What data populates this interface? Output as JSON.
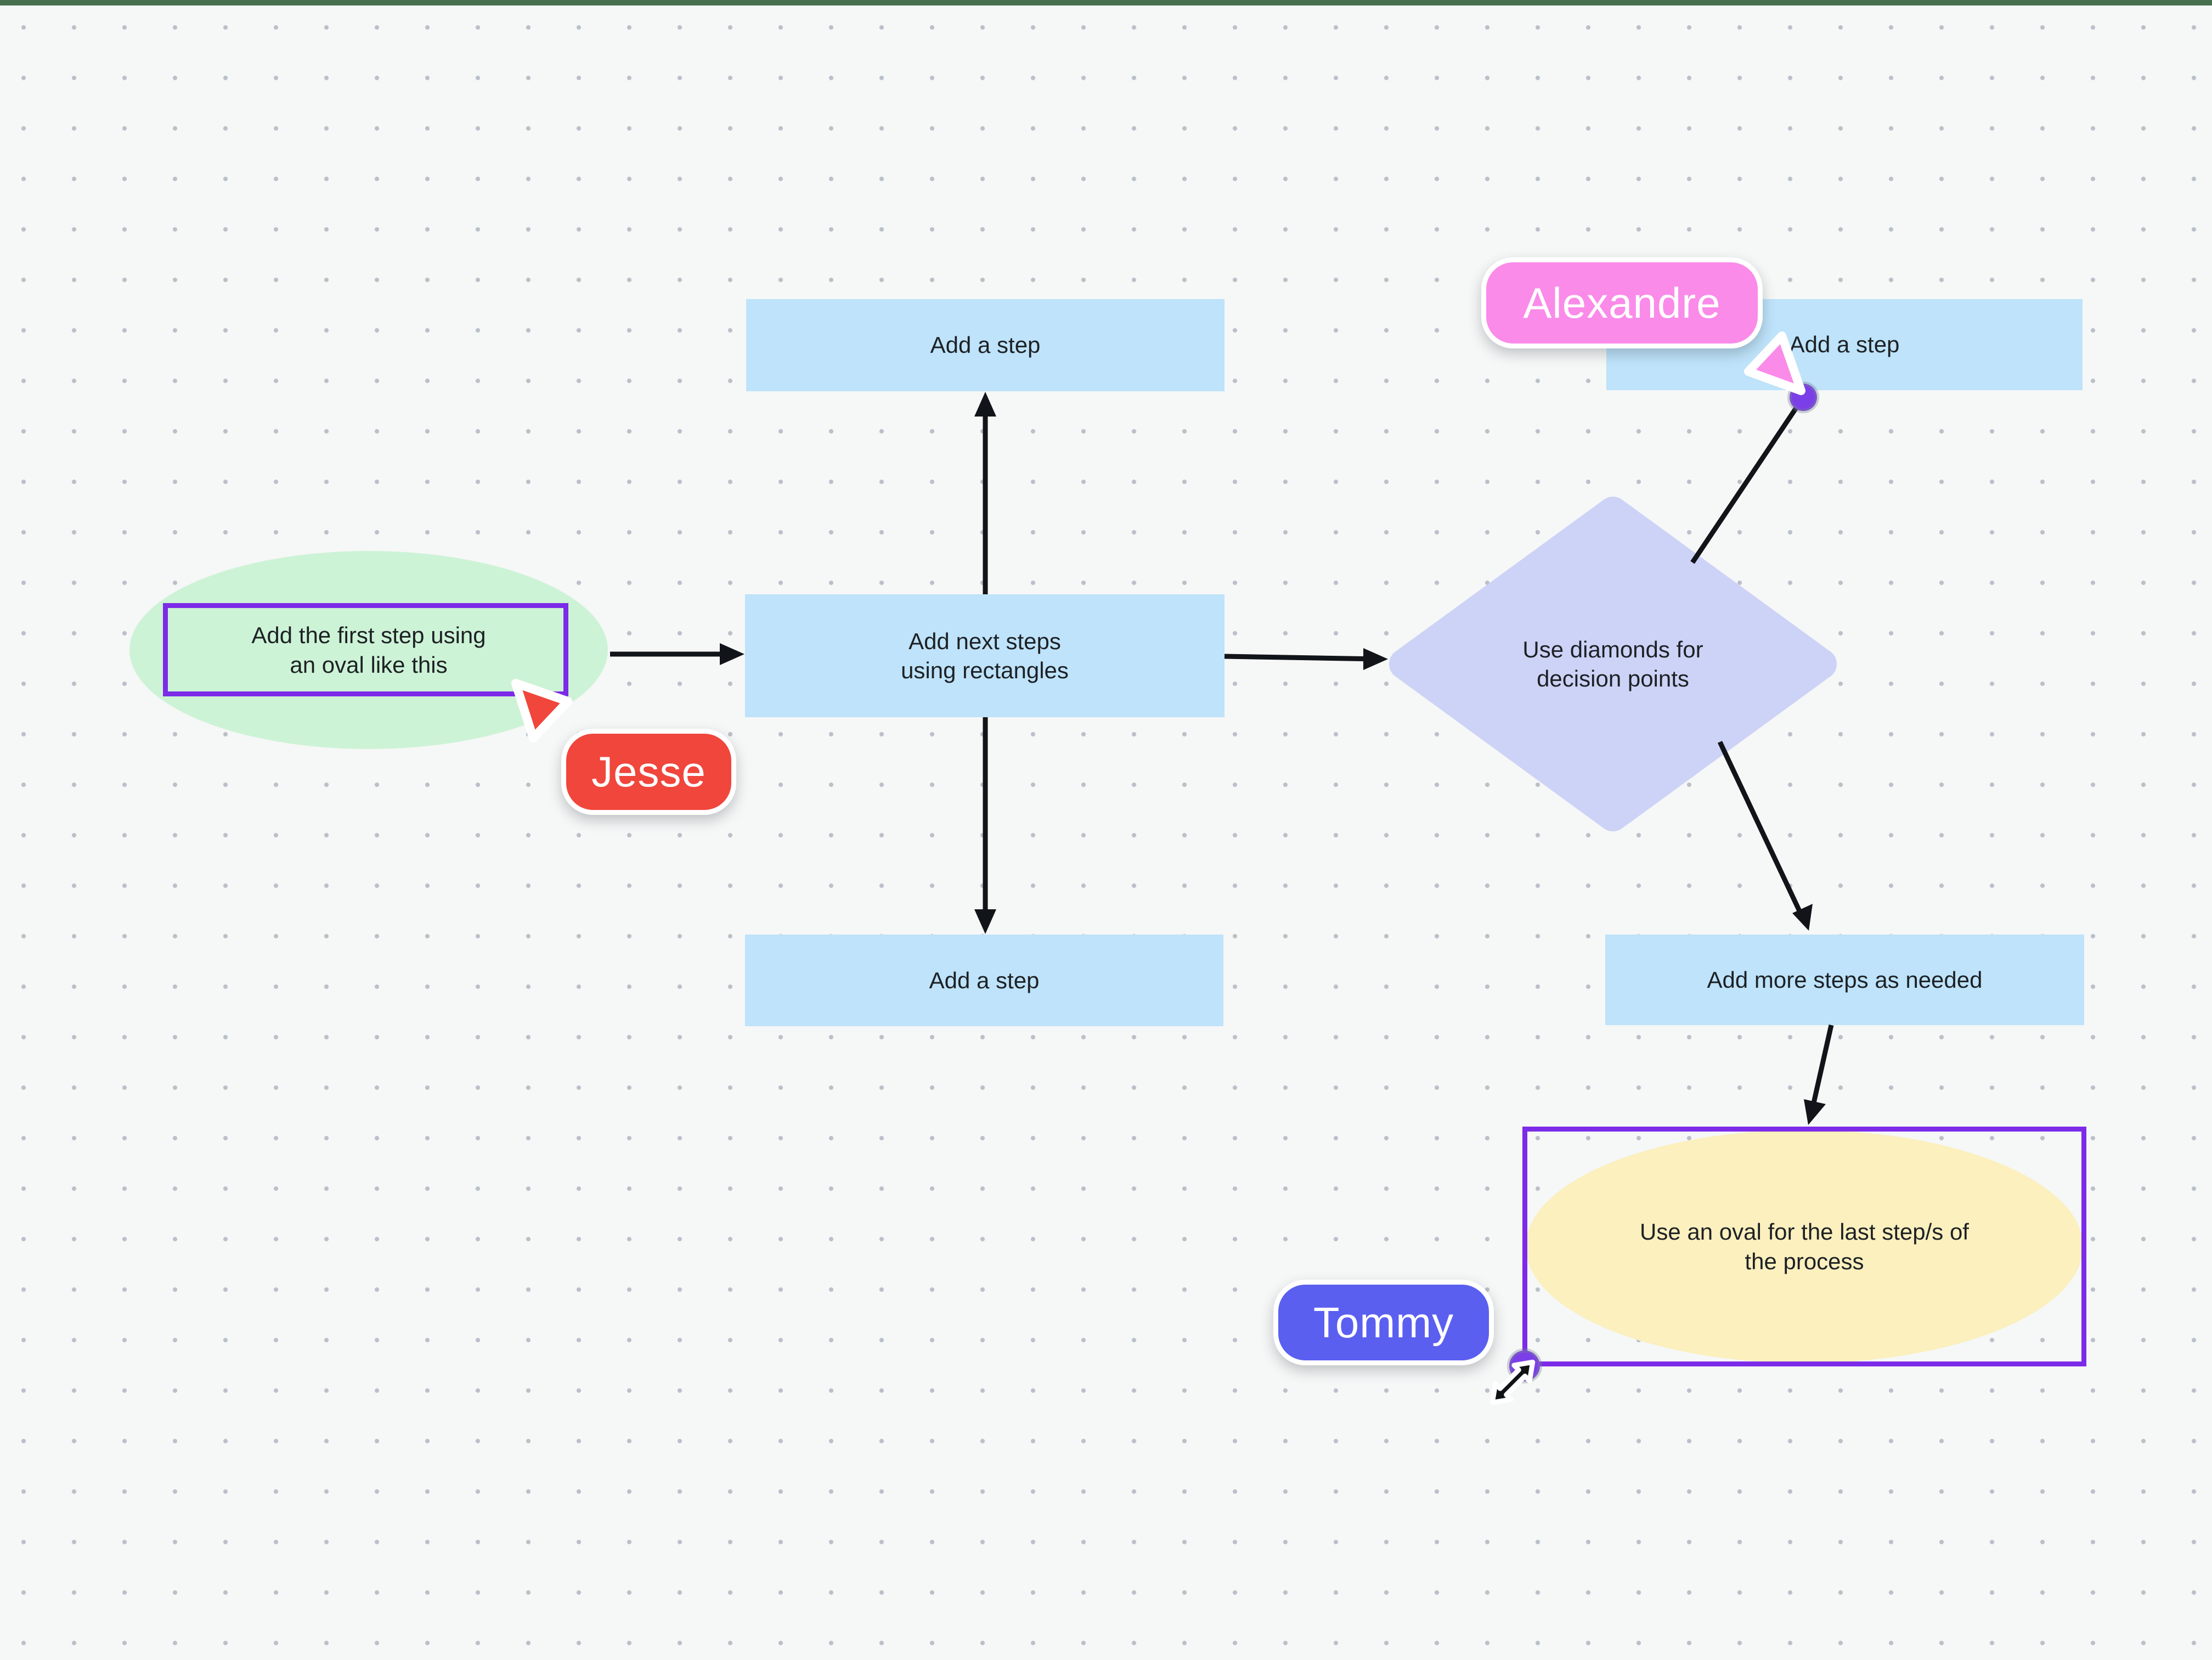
{
  "app": {
    "type": "collaborative-whiteboard-flowchart",
    "top_bar_color": "#47714E",
    "canvas_background": "#F6F7F7",
    "dot_grid_color": "#B9C0C8"
  },
  "shapes": {
    "rect_top": {
      "label": "Add a step",
      "fill": "#BEE3FA"
    },
    "rect_center": {
      "label": "Add next steps\nusing rectangles",
      "fill": "#BEE3FA"
    },
    "rect_bottom": {
      "label": "Add a step",
      "fill": "#BEE3FA"
    },
    "rect_top_right": {
      "label": "Add a step",
      "fill": "#BEE3FA"
    },
    "rect_more": {
      "label": "Add more steps as needed",
      "fill": "#BEE3FA"
    },
    "oval_start": {
      "label": "Add the first step using\nan oval like this",
      "fill": "#CDF3D6"
    },
    "diamond": {
      "label": "Use diamonds for\ndecision points",
      "fill": "#CDD3F6"
    },
    "oval_end": {
      "label": "Use an oval for the last step/s of\nthe process",
      "fill": "#FBF0BE"
    }
  },
  "selection": {
    "border_color": "#7C2BE8",
    "handle_color": "#7B3FE8"
  },
  "connectors": {
    "color": "#111418"
  },
  "collaborators": [
    {
      "name": "Jesse",
      "color": "#F0463C"
    },
    {
      "name": "Alexandre",
      "color": "#FA8BE9"
    },
    {
      "name": "Tommy",
      "color": "#5A5FF0"
    }
  ],
  "icons": {
    "jesse_cursor": "cursor-pointer-icon",
    "alexandre_cursor": "cursor-pointer-icon",
    "tommy_resize": "diagonal-resize-icon",
    "connector_handle": "connector-endpoint-dot"
  }
}
